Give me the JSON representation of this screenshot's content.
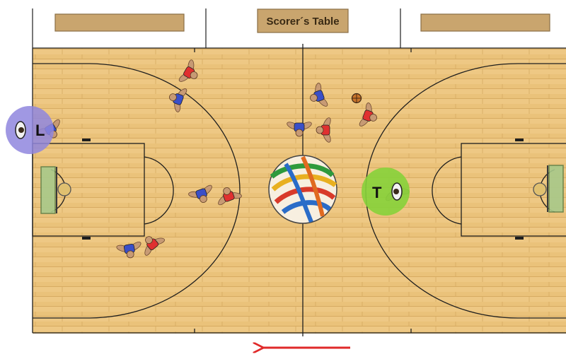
{
  "scorers_table": {
    "label": "Scorer´s Table"
  },
  "referees": [
    {
      "id": "lead",
      "letter": "L",
      "color": "#8f86de"
    },
    {
      "id": "trail",
      "letter": "T",
      "color": "#86d23a"
    }
  ],
  "players": [
    {
      "team": "red",
      "rotation": 30
    },
    {
      "team": "blue",
      "rotation": 200
    },
    {
      "team": "blue",
      "rotation": 160
    },
    {
      "team": "red",
      "rotation": 20
    },
    {
      "team": "blue",
      "rotation": 90
    },
    {
      "team": "red",
      "rotation": 180
    },
    {
      "team": "red",
      "rotation": 250
    },
    {
      "team": "blue",
      "rotation": 70
    },
    {
      "team": "red",
      "rotation": 230
    },
    {
      "team": "blue",
      "rotation": 80
    },
    {
      "team": "blue",
      "rotation": 60
    },
    {
      "team": "red",
      "rotation": 250
    }
  ],
  "colors": {
    "floor": "#eac27a",
    "floor_plank": "#d7ab62",
    "line": "#1e1e1e",
    "table": "#c9a56e",
    "red_team": "#e03030",
    "blue_team": "#3a4fc8",
    "skin": "#c79a74",
    "direction_arrow": "#e02a2a"
  },
  "direction_arrow": {
    "direction": "left"
  }
}
